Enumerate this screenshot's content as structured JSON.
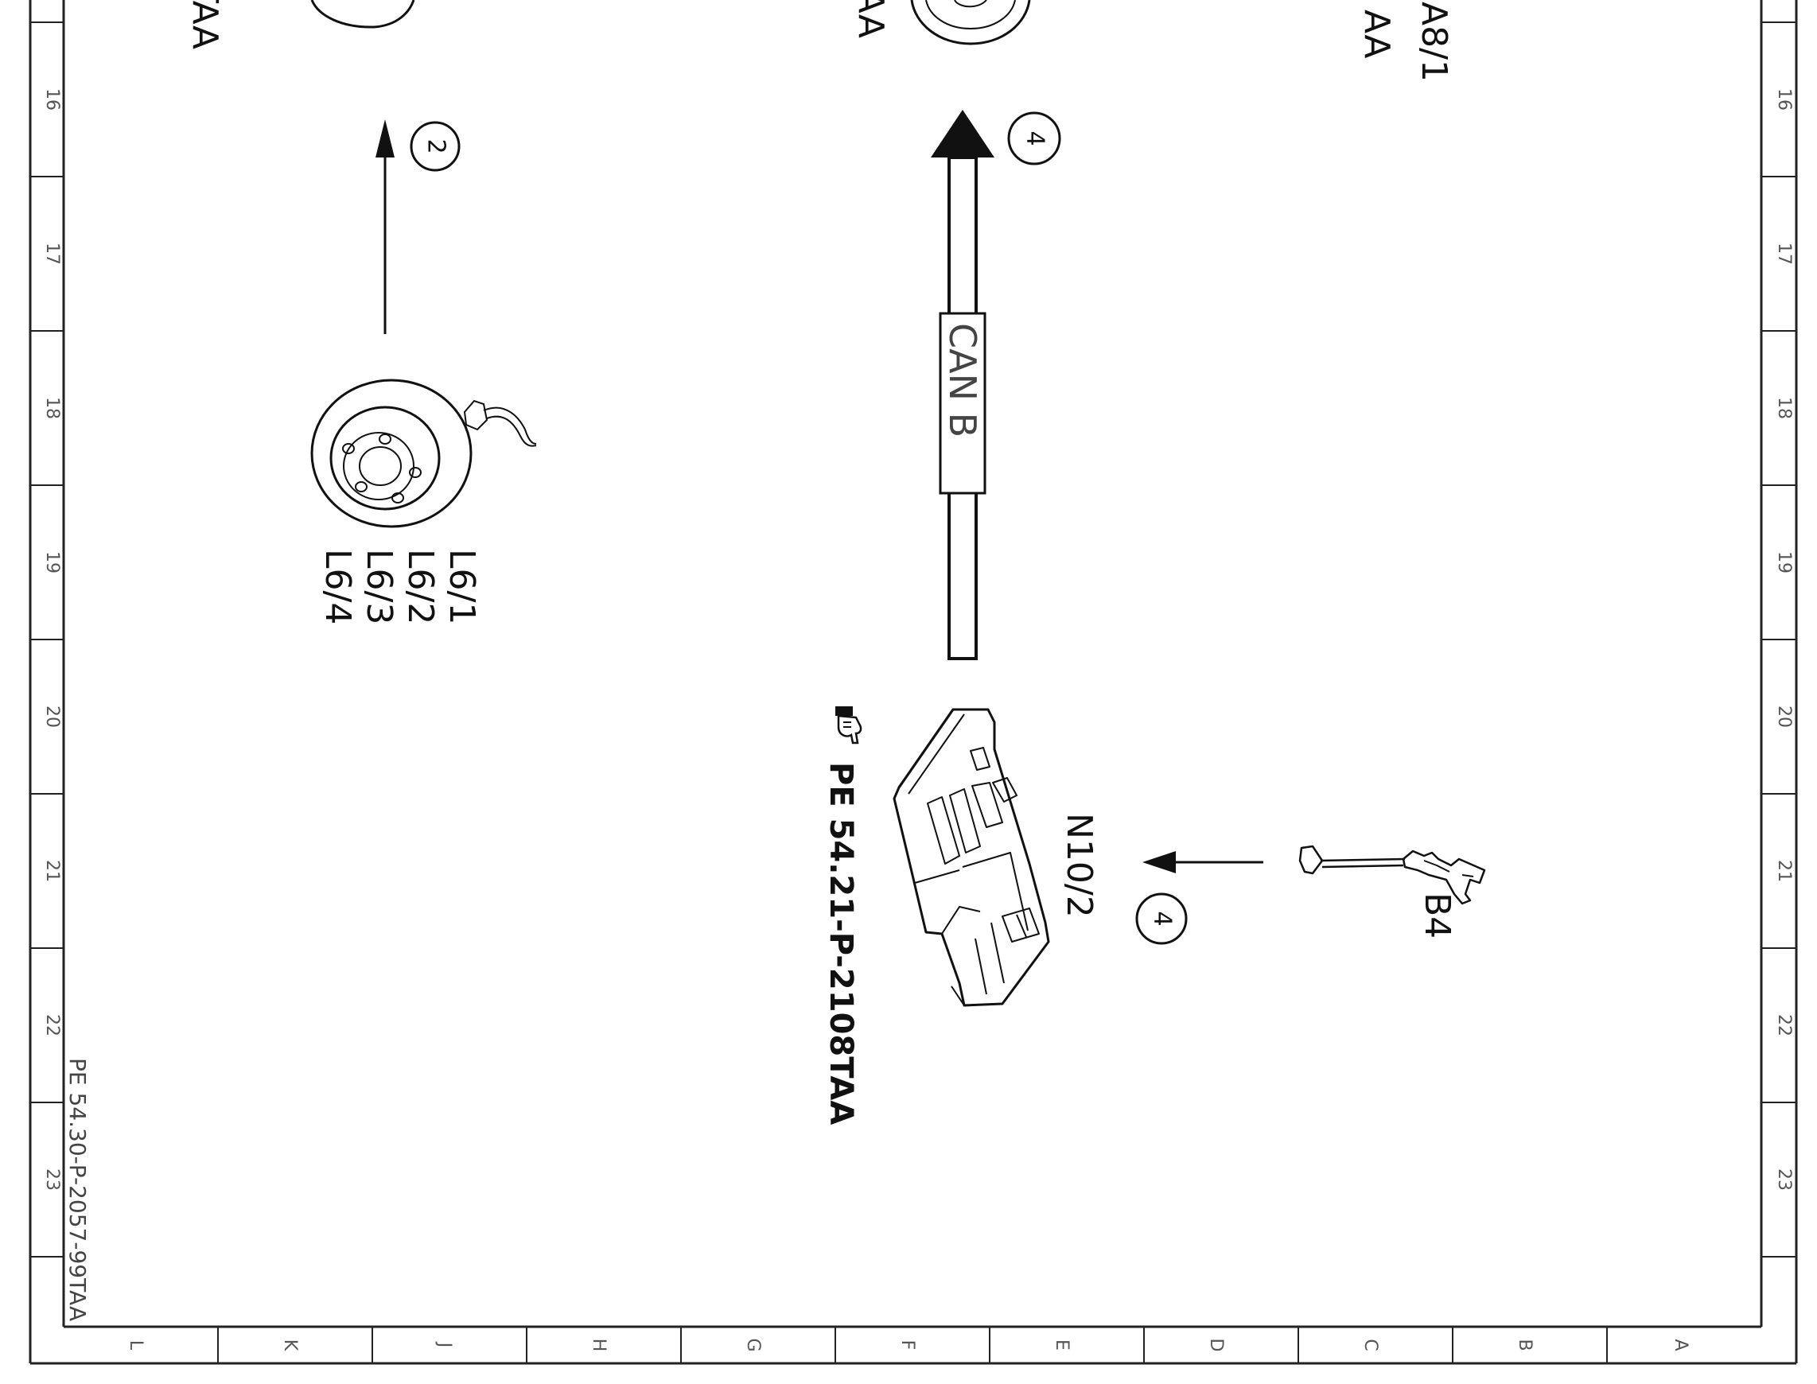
{
  "zones": {
    "rows": [
      "16",
      "17",
      "18",
      "19",
      "20",
      "21",
      "22",
      "23"
    ],
    "columns": [
      "L",
      "K",
      "J",
      "H",
      "G",
      "F",
      "E",
      "D",
      "C",
      "B",
      "A"
    ]
  },
  "labels": {
    "top_left_partial": "TAA",
    "top_mid_partial": "AA",
    "a8_label": "A8/1",
    "a8_suffix": "AA",
    "l6": [
      "L6/1",
      "L6/2",
      "L6/3",
      "L6/4"
    ],
    "can_bus": "CAN B",
    "n10": "N10/2",
    "b4": "B4",
    "pe_ref": "PE 54.21-P-2108TAA",
    "doc_number": "PE 54.30-P-2057-99TAA"
  },
  "callouts": {
    "l6_arrow": "2",
    "can_arrow": "4",
    "b4_arrow": "4"
  },
  "colors": {
    "line": "#111111",
    "frame": "#333333",
    "text_grey": "#555555"
  }
}
